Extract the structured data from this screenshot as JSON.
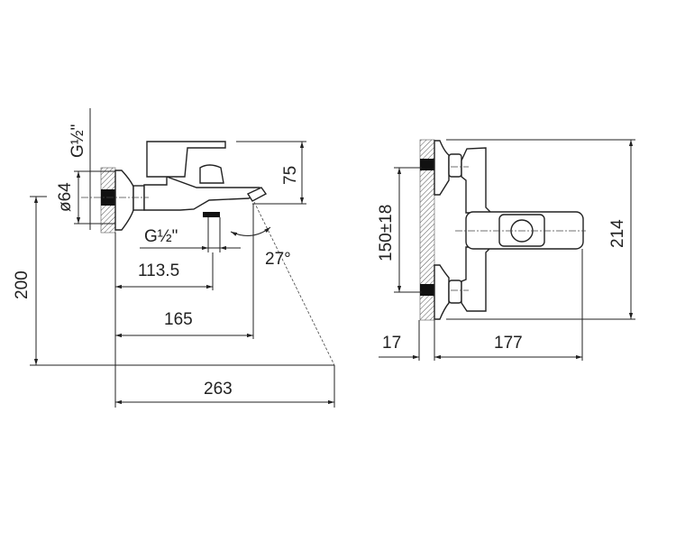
{
  "side_view": {
    "thread_top": "G½\"",
    "diameter": "ø64",
    "thread_outlet": "G½\"",
    "dim_height_top": "75",
    "angle": "27°",
    "dim_outlet": "113.5",
    "dim_spout": "165",
    "dim_height": "200",
    "dim_total": "263"
  },
  "front_view": {
    "dim_centers": "150±18",
    "dim_height": "214",
    "dim_wall": "17",
    "dim_depth": "177"
  }
}
